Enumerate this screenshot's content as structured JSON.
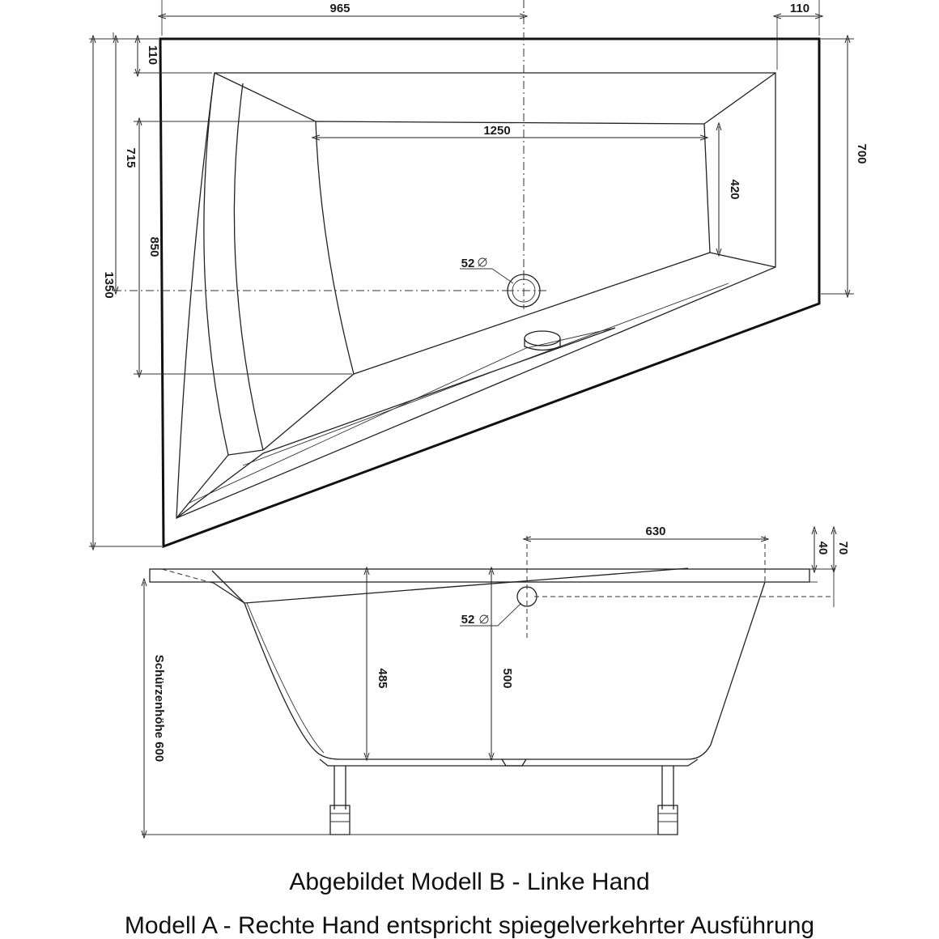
{
  "dimensions": {
    "top_width": "965",
    "top_rim": "110",
    "left_rim": "110",
    "left_715": "715",
    "left_850": "850",
    "left_total": "1350",
    "right_700": "700",
    "inner_length": "1250",
    "inner_420": "420",
    "drain_top": "52",
    "side_630": "630",
    "side_40": "40",
    "side_70": "70",
    "drain_side": "52",
    "depth_485": "485",
    "depth_500": "500",
    "apron": "Schürzenhöhe 600"
  },
  "captions": {
    "line1": "Abgebildet Modell B - Linke Hand",
    "line2": "Modell A - Rechte Hand entspricht spiegelverkehrter Ausführung"
  },
  "colors": {
    "line": "#222222",
    "drain_fill": "#c8c8c8"
  }
}
